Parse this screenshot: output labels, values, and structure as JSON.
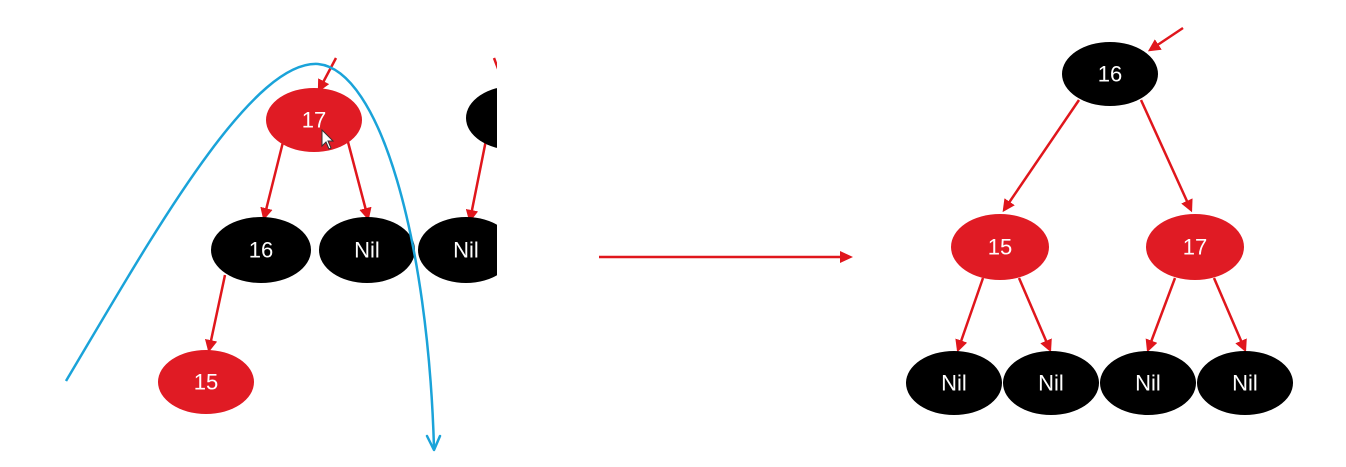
{
  "colors": {
    "red_node": "#e01b24",
    "black_node": "#000000",
    "edge": "#e0161c",
    "label": "#ffffff",
    "rotation_curve": "#1aa3d9"
  },
  "left_tree": {
    "root_label": "17",
    "left_child_label": "16",
    "right_child_label": "Nil",
    "grandchild_label": "15",
    "clipped_sibling_child_label": "Nil"
  },
  "right_tree": {
    "root_label": "16",
    "left_child_label": "15",
    "right_child_label": "17",
    "leaf_labels": [
      "Nil",
      "Nil",
      "Nil",
      "Nil"
    ]
  },
  "icons": {
    "cursor": "mouse-pointer-icon"
  }
}
